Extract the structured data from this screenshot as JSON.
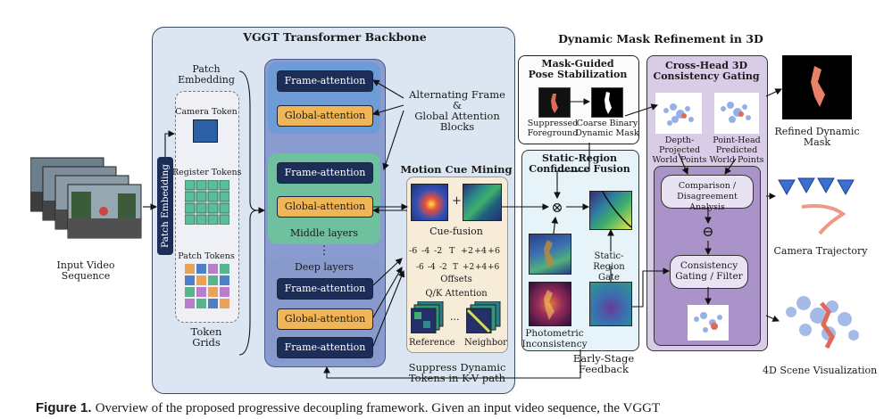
{
  "backbone": {
    "title": "VGGT Transformer Backbone",
    "patch_embedding_title": "Patch\nEmbedding",
    "patch_embedding_bar": "Patch Embedding",
    "camera_token": "Camera Token",
    "register_tokens": "Register Tokens",
    "patch_tokens": "Patch Tokens",
    "token_grids": "Token\nGrids",
    "frame_attention": "Frame-attention",
    "global_attention": "Global-attention",
    "middle_layers": "Middle layers",
    "deep_layers": "Deep layers",
    "ellipsis": "⋮",
    "alternating_label": "Alternating Frame &\nGlobal Attention Blocks",
    "suppress_label": "Suppress Dynamic\nTokens in K-V path"
  },
  "input": {
    "label": "Input Video\nSequence"
  },
  "motion_cue": {
    "title": "Motion Cue Mining",
    "plus": "+",
    "cue_fusion": "Cue-fusion",
    "offsets_top": [
      "-6",
      "-4",
      "-2",
      "T",
      "+2",
      "+4",
      "+6"
    ],
    "offsets_bottom": [
      "-6",
      "-4",
      "-2",
      "T",
      "+2",
      "+4",
      "+6"
    ],
    "offsets_label": "Offsets",
    "qk_attention": "Q/K Attention",
    "reference": "Reference",
    "neighbor": "Neighbor",
    "dots": "..."
  },
  "refinement": {
    "title": "Dynamic Mask Refinement in 3D",
    "mask_guided_title": "Mask-Guided\nPose Stabilization",
    "suppressed_foreground": "Suppressed\nForeground",
    "coarse_binary": "Coarse Binary\nDynamic Mask",
    "static_region_title": "Static-Region\nConfidence Fusion",
    "static_region_gate": "Static-Region\nGate",
    "photometric": "Photometric\nInconsistency",
    "multiply": "⊗",
    "early_stage": "Early-Stage\nFeedback",
    "cross_head_title": "Cross-Head 3D\nConsistency Gating",
    "depth_projected": "Depth-Projected\nWorld Points",
    "point_head": "Point-Head\nPredicted\nWorld Points",
    "comparison": "Comparison /\nDisagreement Analysis",
    "minus": "⊖",
    "consistency_gating": "Consistency\nGating / Filter"
  },
  "outputs": {
    "refined_mask": "Refined Dynamic\nMask",
    "camera_trajectory": "Camera Trajectory",
    "scene_viz": "4D Scene Visualization"
  },
  "caption": {
    "figure_label": "Figure 1.",
    "text": "Overview of the proposed progressive decoupling framework. Given an input video sequence, the VGGT"
  },
  "colors": {
    "frame_attention": "#1c2d57",
    "global_attention": "#f0b557",
    "stack_blue": "#8a9bd0",
    "middle_green": "#6fc09e",
    "top_blue": "#6d9bd6",
    "purple": "#a993c9"
  }
}
